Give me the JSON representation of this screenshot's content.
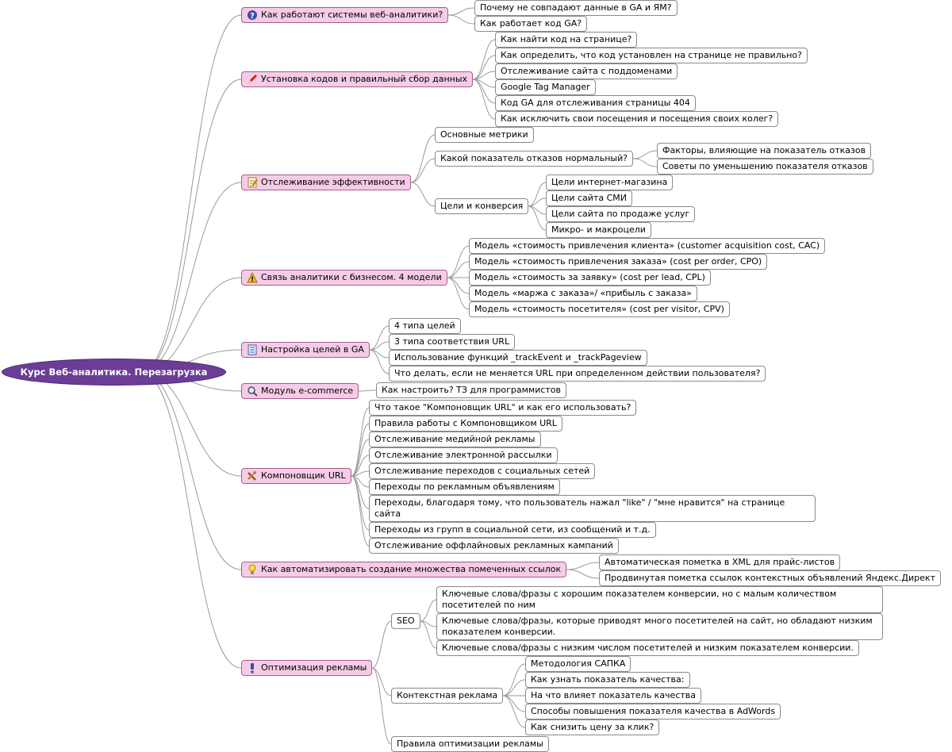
{
  "root": "Курс Веб-аналитика. Перезагрузка",
  "branches": [
    {
      "icon": "question-icon",
      "label": "Как работают системы веб-аналитики?",
      "children": [
        {
          "label": "Почему не совпадают данные в GA и ЯМ?"
        },
        {
          "label": "Как работает код GA?"
        }
      ]
    },
    {
      "icon": "pencil-icon",
      "label": "Установка кодов и правильный сбор данных",
      "children": [
        {
          "label": "Как найти код на странице?"
        },
        {
          "label": "Как определить, что код установлен на странице не правильно?"
        },
        {
          "label": "Отслеживание сайта с поддоменами"
        },
        {
          "label": "Google Tag Manager"
        },
        {
          "label": "Код GA для отслеживания страницы 404"
        },
        {
          "label": "Как исключить свои посещения и посещения своих колег?"
        }
      ]
    },
    {
      "icon": "notepad-icon",
      "label": "Отслеживание эффективности",
      "children": [
        {
          "label": "Основные метрики"
        },
        {
          "label": "Какой показатель отказов нормальный?",
          "children": [
            {
              "label": "Факторы, влияющие на показатель отказов"
            },
            {
              "label": "Советы по уменьшению показателя отказов"
            }
          ]
        },
        {
          "label": "Цели и конверсия",
          "children": [
            {
              "label": "Цели интернет-магазина"
            },
            {
              "label": "Цели сайта СМИ"
            },
            {
              "label": "Цели сайта по продаже услуг"
            },
            {
              "label": "Микро- и макроцели"
            }
          ]
        }
      ]
    },
    {
      "icon": "warning-icon",
      "label": "Связь аналитики с бизнесом. 4 модели",
      "children": [
        {
          "label": "Модель «стоимость привлечения клиента» (customer acquisition cost, CAC)"
        },
        {
          "label": "Модель «стоимость привлечения заказа» (cost per order, CPO)"
        },
        {
          "label": "Модель «стоимость за заявку» (cost per lead, CPL)"
        },
        {
          "label": "Модель «маржа с заказа»/ «прибыль с заказа»"
        },
        {
          "label": "Модель «стоимость посетителя» (cost per visitor, CPV)"
        }
      ]
    },
    {
      "icon": "list-icon",
      "label": "Настройка целей в GA",
      "children": [
        {
          "label": "4 типа целей"
        },
        {
          "label": "3 типа соответствия URL"
        },
        {
          "label": "Использование функций _trackEvent и _trackPageview"
        },
        {
          "label": "Что делать, если не меняется URL при определенном действии пользователя?"
        }
      ]
    },
    {
      "icon": "magnifier-icon",
      "label": "Модуль e-commerce",
      "children": [
        {
          "label": "Как настроить? ТЗ для программистов"
        }
      ]
    },
    {
      "icon": "tools-icon",
      "label": "Компоновщик URL",
      "children": [
        {
          "label": "Что такое \"Компоновщик URL\" и как его использовать?"
        },
        {
          "label": "Правила работы с Компоновщиком URL"
        },
        {
          "label": "Отслеживание медийной рекламы"
        },
        {
          "label": "Отслеживание электронной рассылки"
        },
        {
          "label": "Отслеживание переходов с социальных сетей"
        },
        {
          "label": "Переходы по рекламным объявлениям"
        },
        {
          "label": "Переходы, благодаря тому, что пользователь нажал \"like\" / \"мне нравится\" на странице сайта"
        },
        {
          "label": "Переходы из групп в социальной сети, из сообщений и т.д."
        },
        {
          "label": "Отслеживание оффлайновых рекламных кампаний"
        }
      ]
    },
    {
      "icon": "lightbulb-icon",
      "label": "Как автоматизировать создание множества помеченных ссылок",
      "children": [
        {
          "label": "Автоматическая пометка в XML для прайс-листов"
        },
        {
          "label": "Продвинутая пометка ссылок контекстных объявлений Яндекс.Директ"
        }
      ]
    },
    {
      "icon": "exclamation-icon",
      "label": "Оптимизация рекламы",
      "children": [
        {
          "label": "SEO",
          "children": [
            {
              "label": "Ключевые слова/фразы с хорошим показателем конверсии, но с малым количеством посетителей по ним"
            },
            {
              "label": "Ключевые слова/фразы, которые приводят много посетителей на сайт, но обладают низким показателем конверсии."
            },
            {
              "label": "Ключевые слова/фразы с низким числом посетителей и низким показателем конверсии."
            }
          ]
        },
        {
          "label": "Контекстная реклама",
          "children": [
            {
              "label": "Методология САПКА"
            },
            {
              "label": "Как узнать показатель качества:"
            },
            {
              "label": "На что влияет показатель качества"
            },
            {
              "label": "Способы повышения показателя качества в AdWords"
            },
            {
              "label": "Как снизить цену за клик?"
            }
          ]
        },
        {
          "label": "Правила оптимизации рекламы"
        }
      ]
    }
  ]
}
